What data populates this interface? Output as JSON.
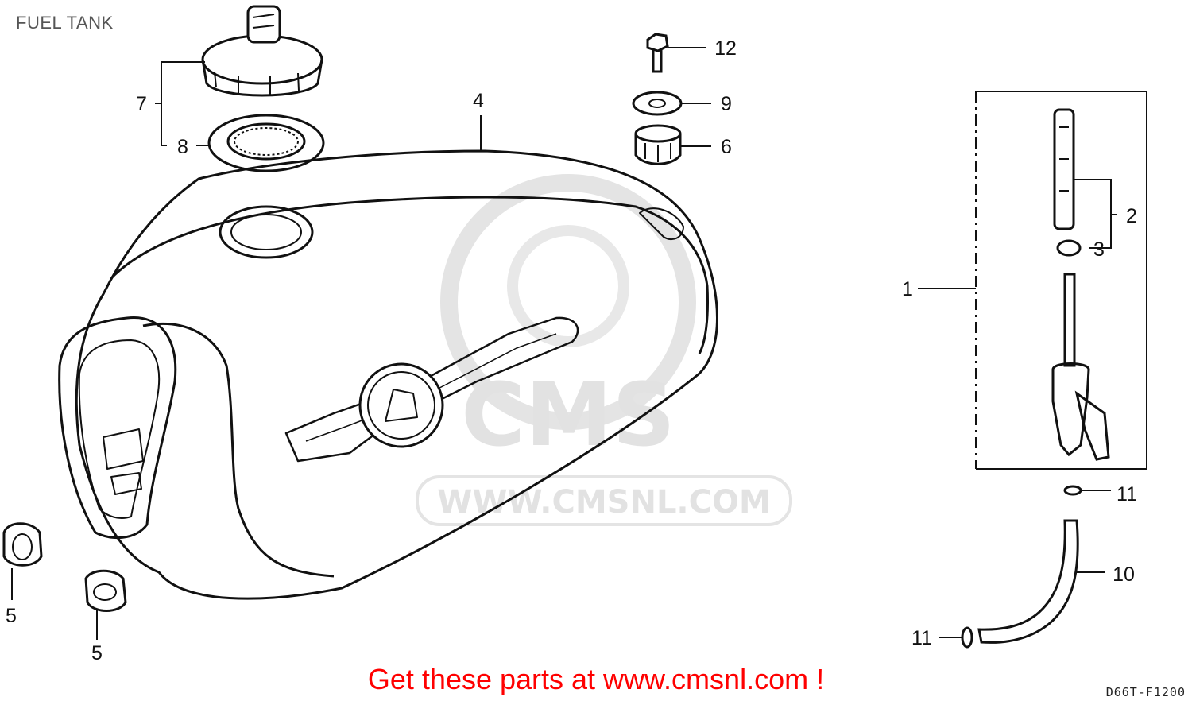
{
  "header": {
    "title": "FUEL TANK"
  },
  "watermark": {
    "logo": "CMS",
    "url": "WWW.CMSNL.COM"
  },
  "callouts": {
    "c1": "1",
    "c2": "2",
    "c3": "3",
    "c4": "4",
    "c5a": "5",
    "c5b": "5",
    "c6": "6",
    "c7": "7",
    "c8": "8",
    "c9": "9",
    "c10": "10",
    "c11a": "11",
    "c11b": "11",
    "c12": "12"
  },
  "footer": {
    "promo": "Get these parts at www.cmsnl.com !",
    "diagram_code": "D66T-F1200"
  },
  "colors": {
    "promo": "#ff0000",
    "line": "#111111",
    "watermark": "#e2e2e2"
  }
}
